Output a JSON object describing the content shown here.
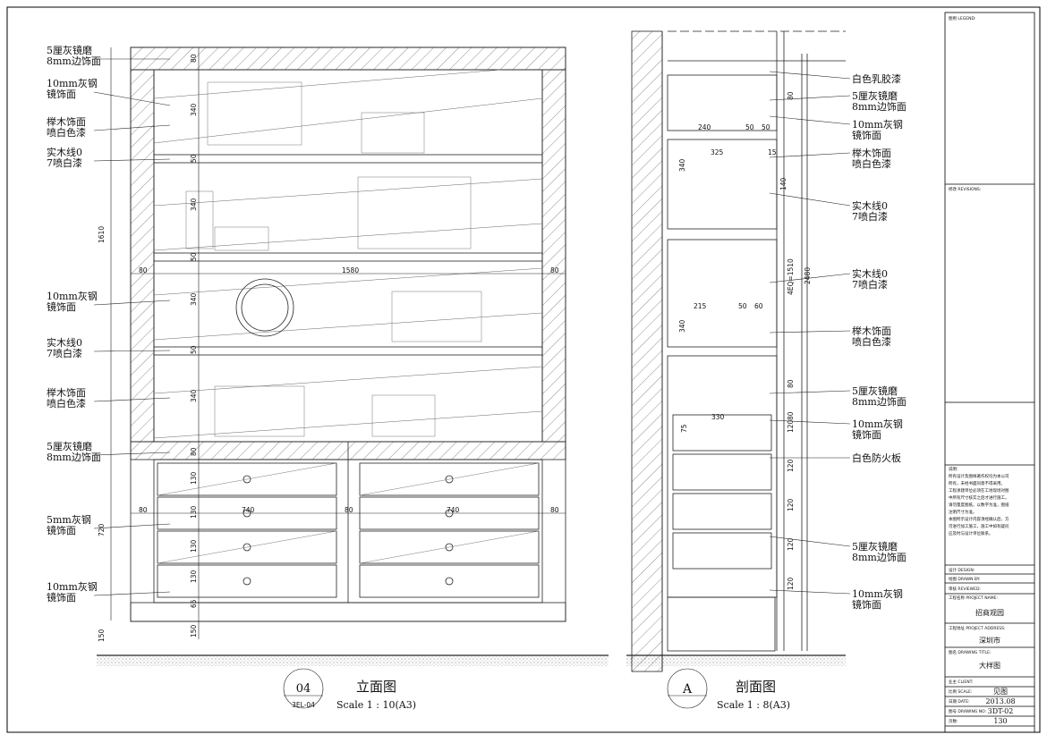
{
  "elevation": {
    "labels": [
      {
        "l1": "5厘灰镜磨",
        "l2": "8mm边饰面"
      },
      {
        "l1": "10mm灰钢",
        "l2": "镜饰面"
      },
      {
        "l1": "榉木饰面",
        "l2": "喷白色漆"
      },
      {
        "l1": "实木线0",
        "l2": "7喷白漆"
      },
      {
        "l1": "10mm灰钢",
        "l2": "镜饰面"
      },
      {
        "l1": "实木线0",
        "l2": "7喷白漆"
      },
      {
        "l1": "榉木饰面",
        "l2": "喷白色漆"
      },
      {
        "l1": "5厘灰镜磨",
        "l2": "8mm边饰面"
      },
      {
        "l1": "5mm灰钢",
        "l2": "镜饰面"
      },
      {
        "l1": "10mm灰钢",
        "l2": "镜饰面"
      }
    ],
    "dims": {
      "top80": "80",
      "shelf340": "340",
      "shelf50": "50",
      "total1610": "1610",
      "side80": "80",
      "width1580": "1580",
      "drawer740": "740",
      "total720": "720",
      "drawer130": "130",
      "base150": "150",
      "d65": "65"
    },
    "caption": {
      "num": "04",
      "ref": "3EL-04",
      "title": "立面图",
      "scale": "Scale 1 : 10(A3)"
    }
  },
  "section": {
    "labels": [
      {
        "l1": "白色乳胶漆",
        "l2": ""
      },
      {
        "l1": "5厘灰镜磨",
        "l2": "8mm边饰面"
      },
      {
        "l1": "10mm灰钢",
        "l2": "镜饰面"
      },
      {
        "l1": "榉木饰面",
        "l2": "喷白色漆"
      },
      {
        "l1": "实木线0",
        "l2": "7喷白漆"
      },
      {
        "l1": "实木线0",
        "l2": "7喷白漆"
      },
      {
        "l1": "榉木饰面",
        "l2": "喷白色漆"
      },
      {
        "l1": "5厘灰镜磨",
        "l2": "8mm边饰面"
      },
      {
        "l1": "10mm灰钢",
        "l2": "镜饰面"
      },
      {
        "l1": "白色防火板",
        "l2": ""
      },
      {
        "l1": "5厘灰镜磨",
        "l2": "8mm边饰面"
      },
      {
        "l1": "10mm灰钢",
        "l2": "镜饰面"
      }
    ],
    "dims": {
      "d240": "240",
      "d50": "50",
      "d325": "325",
      "d15": "15",
      "d340": "340",
      "d140": "140",
      "d215": "215",
      "d60": "60",
      "d4eq": "4EQ=1510",
      "d2480": "2480",
      "d330": "330",
      "d75": "75",
      "d80": "80",
      "d120": "120"
    },
    "caption": {
      "num": "A",
      "title": "剖面图",
      "scale": "Scale 1 : 8(A3)"
    }
  },
  "titleblock": {
    "legend": "图例 LEGEND:",
    "revisions": "修改 REVISIONS:",
    "notes_title": "说明:",
    "notes": [
      "所有设计及图样著作权均为本公司",
      "所有，未经书面同意不得采用。",
      "工程承建单位必须在工地现场对图",
      "中所有尺寸核实之后才进行施工。",
      "请勿量度图纸，以数字为准，图纸",
      "注明尺寸为准。",
      "本图所示设计内容须经确认后，方",
      "可进行加工施工，施工中如有疑问",
      "应及时与设计单位联系。"
    ],
    "design_label": "设计 DESIGN:",
    "drawn_label": "绘图 DRAWN BY:",
    "review_label": "审核 REVIEWED:",
    "project_label": "工程名称 PROJECT NAME:",
    "project": "招商观园",
    "address_label": "工程地址 PROJECT ADDRESS:",
    "address": "深圳市",
    "drawing_title_label": "图名 DRAWING TITLE:",
    "drawing_title": "大样图",
    "client_label": "业主 CLIENT:",
    "scale_label": "比例 SCALE:",
    "scale": "见图",
    "date_label": "日期 DATE:",
    "date": "2013.08",
    "no_label": "图号 DRAWING NO:",
    "no": "3DT-02",
    "page_label": "页数:",
    "page": "130"
  }
}
